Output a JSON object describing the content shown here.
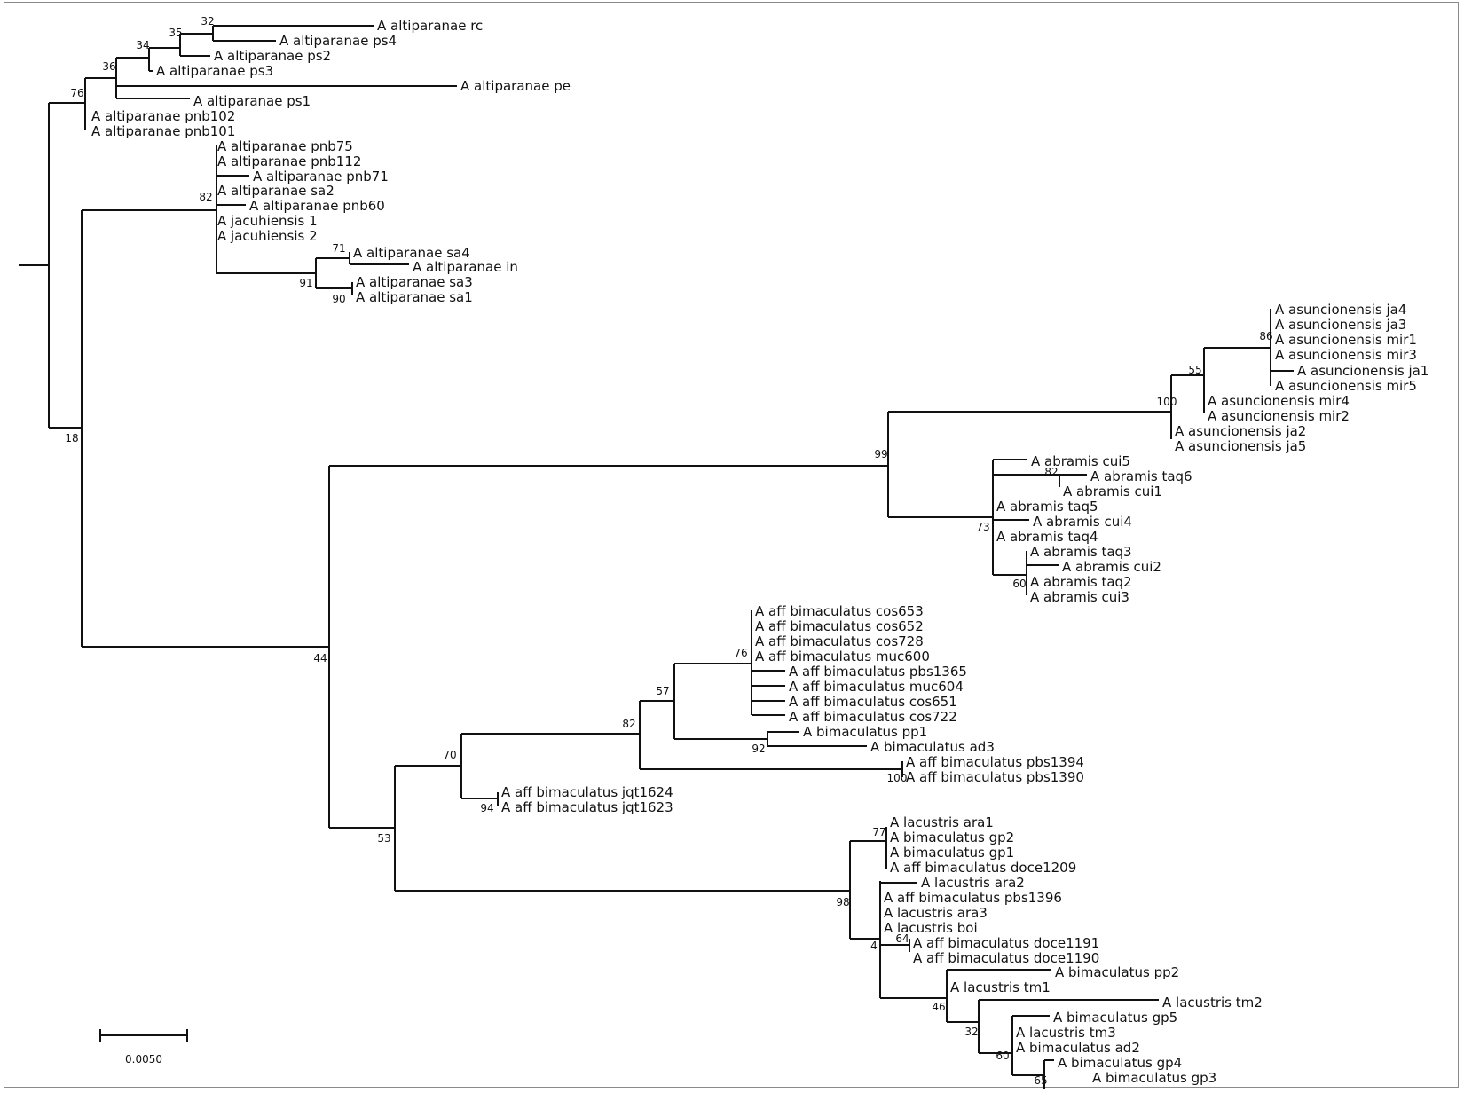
{
  "scale_bar": {
    "label": "0.0050"
  },
  "tips": [
    "A altiparanae rc",
    "A altiparanae ps4",
    "A altiparanae ps2",
    "A altiparanae ps3",
    "A altiparanae pe",
    "A altiparanae ps1",
    "A altiparanae pnb102",
    "A altiparanae pnb101",
    "A altiparanae pnb75",
    "A altiparanae pnb112",
    "A altiparanae pnb71",
    "A altiparanae sa2",
    "A altiparanae pnb60",
    "A jacuhiensis 1",
    "A jacuhiensis 2",
    "A altiparanae sa4",
    "A altiparanae in",
    "A altiparanae sa3",
    "A altiparanae sa1",
    "A asuncionensis ja4",
    "A asuncionensis ja3",
    "A asuncionensis mir1",
    "A asuncionensis mir3",
    "A asuncionensis ja1",
    "A asuncionensis mir5",
    "A asuncionensis mir4",
    "A asuncionensis mir2",
    "A asuncionensis ja2",
    "A asuncionensis ja5",
    "A abramis cui5",
    "A abramis taq6",
    "A abramis cui1",
    "A abramis taq5",
    "A abramis cui4",
    "A abramis taq4",
    "A abramis taq3",
    "A abramis cui2",
    "A abramis taq2",
    "A abramis cui3",
    "A aff bimaculatus cos653",
    "A aff bimaculatus cos652",
    "A aff bimaculatus cos728",
    "A aff bimaculatus muc600",
    "A aff bimaculatus pbs1365",
    "A aff bimaculatus muc604",
    "A aff bimaculatus cos651",
    "A aff bimaculatus cos722",
    "A bimaculatus pp1",
    "A bimaculatus ad3",
    "A aff bimaculatus pbs1394",
    "A aff bimaculatus pbs1390",
    "A aff bimaculatus jqt1624",
    "A aff bimaculatus jqt1623",
    "A lacustris ara1",
    "A bimaculatus gp2",
    "A bimaculatus gp1",
    "A aff bimaculatus doce1209",
    "A lacustris ara2",
    "A aff bimaculatus pbs1396",
    "A lacustris ara3",
    "A lacustris boi",
    "A aff bimaculatus doce1191",
    "A aff bimaculatus doce1190",
    "A bimaculatus pp2",
    "A lacustris tm1",
    "A lacustris tm2",
    "A bimaculatus gp5",
    "A lacustris tm3",
    "A bimaculatus ad2",
    "A bimaculatus gp4",
    "A bimaculatus gp3"
  ],
  "bootstrap": [
    "32",
    "35",
    "34",
    "36",
    "76",
    "82",
    "71",
    "91",
    "90",
    "18",
    "86",
    "55",
    "100",
    "99",
    "82",
    "73",
    "60",
    "44",
    "76",
    "57",
    "82",
    "92",
    "100",
    "70",
    "94",
    "53",
    "77",
    "98",
    "64",
    "4",
    "46",
    "32",
    "60",
    "65"
  ]
}
